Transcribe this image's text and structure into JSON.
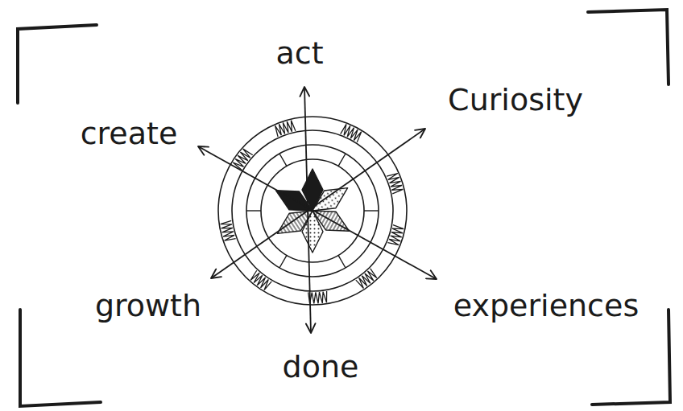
{
  "diagram": {
    "labels": [
      "act",
      "Curiosity",
      "create",
      "growth",
      "experiences",
      "done"
    ]
  }
}
